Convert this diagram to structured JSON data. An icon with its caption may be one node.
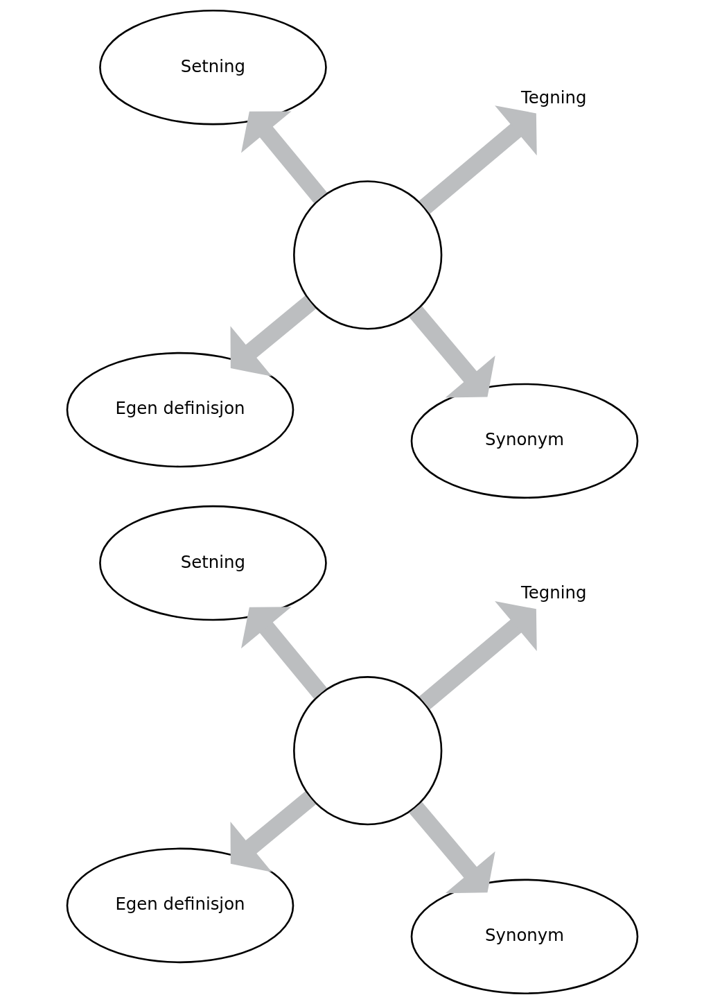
{
  "diagram": {
    "nodes": [
      {
        "text": [
          "Egen definisjon"
        ]
      },
      {
        "text": [
          "Synonym"
        ]
      },
      {
        "text": [],
        "shape": "circle"
      },
      {
        "text": [
          "Setning"
        ]
      },
      {
        "text": [
          "Tegning"
        ]
      },
      {
        "text": [
          "Egen definisjon"
        ]
      },
      {
        "text": [
          "Synonym"
        ]
      },
      {
        "text": [],
        "shape": "circle"
      },
      {
        "text": [
          "Setning"
        ]
      },
      {
        "text": [
          "Tegning"
        ]
      }
    ],
    "edges": [
      {
        "from": 2,
        "to": 0,
        "arrow": "to"
      },
      {
        "from": 2,
        "to": 1,
        "arrow": "to"
      },
      {
        "from": 2,
        "to": 3,
        "arrow": "to"
      },
      {
        "from": 2,
        "to": 4,
        "arrow": "to"
      },
      {
        "from": 7,
        "to": 5,
        "arrow": "to"
      },
      {
        "from": 7,
        "to": 6,
        "arrow": "to"
      },
      {
        "from": 7,
        "to": 8,
        "arrow": "to"
      },
      {
        "from": 7,
        "to": 9,
        "arrow": "to"
      }
    ]
  }
}
